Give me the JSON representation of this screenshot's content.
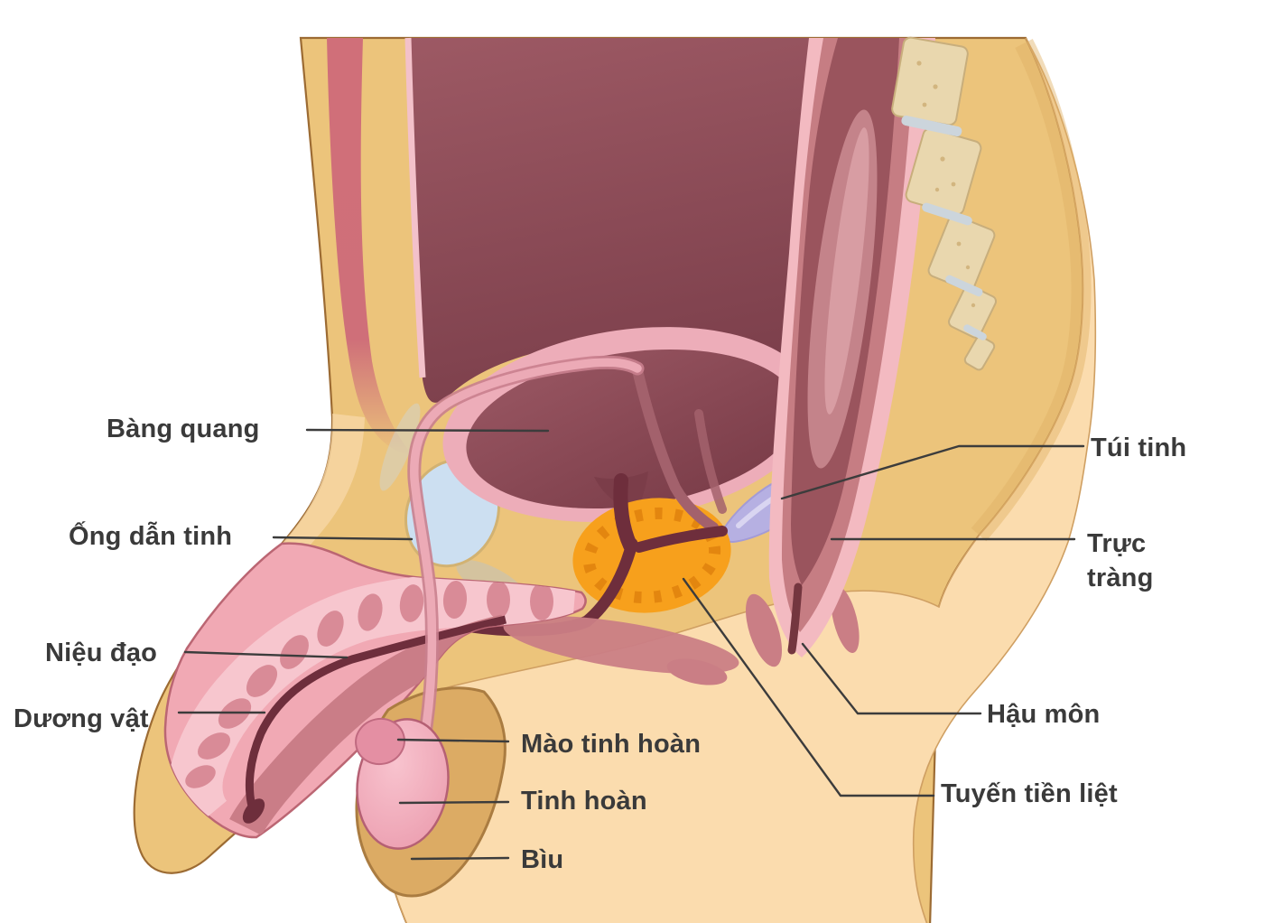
{
  "figure": {
    "labels": {
      "bang_quang": "Bàng quang",
      "ong_dan_tinh": "Ống dẫn tinh",
      "nieu_dao": "Niệu đạo",
      "duong_vat": "Dương vật",
      "mao_tinh_hoan": "Mào tinh hoàn",
      "tinh_hoan": "Tinh hoàn",
      "biu": "Bìu",
      "tui_tinh": "Túi tinh",
      "truc_trang": "Trực tràng",
      "hau_mon": "Hậu môn",
      "tuyen_tien_liet": "Tuyến tiền liệt"
    },
    "colors": {
      "body_tan": "#ecc47b",
      "skin_light": "#fbdcae",
      "cavity_maroon": "#8f4a55",
      "bladder_interior": "#8b4752",
      "bladder_rim": "#edadb9",
      "prostate_orange": "#f7a01c",
      "seminal_vesicle": "#b6b0e2",
      "rectum_pink": "#c67d83",
      "pubic_symphysis": "#ccdff1",
      "organ_pink": "#f1a9b4",
      "scrotum_tan": "#dcab64",
      "label_text": "#3a3a3a",
      "leader_line": "#3c3c3c"
    }
  }
}
